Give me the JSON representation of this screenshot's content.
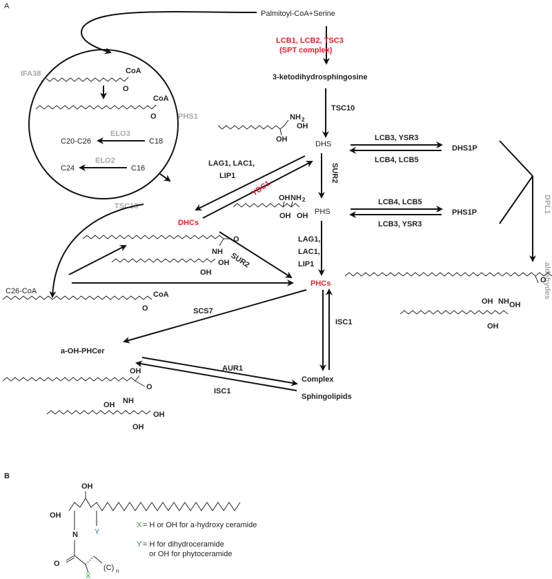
{
  "panels": {
    "a": "A",
    "b": "B"
  },
  "nodes": {
    "start": "Palmitoyl-CoA+Serine",
    "ketone": "3-ketodihydrosphingosine",
    "dhs": "DHS",
    "dhs1p": "DHS1P",
    "phs": "PHS",
    "phs1p": "PHS1P",
    "dhcs": "DHCs",
    "phcs": "PHCs",
    "c26": "C26-CoA",
    "aoh": "a-OH-PHCer",
    "complex1": "Complex",
    "complex2": "Sphingolipids",
    "c20": "C20-C26",
    "c18": "C18",
    "c24": "C24",
    "c16": "C16",
    "aldehydes": "aldehydes"
  },
  "enzymes": {
    "spt1": "LCB1, LCB2, TSC3",
    "spt2": "(SPT complex)",
    "tsc10": "TSC10",
    "lcb3ysr3_a": "LCB3, YSR3",
    "lcb4lcb5_a": "LCB4, LCB5",
    "lcb4lcb5_b": "LCB4, LCB5",
    "lcb3ysr3_b": "LCB3, YSR3",
    "sur2_a": "SUR2",
    "sur2_b": "SUR2",
    "lag_a1": "LAG1, LAC1,",
    "lag_a2": "LIP1",
    "ydc1": "YDC1",
    "lag_b1": "LAG1,",
    "lag_b2": "LAC1,",
    "lag_b3": "LIP1",
    "ifa38": "IFA38",
    "phs1": "PHS1",
    "elo3": "ELO3",
    "elo2": "ELO2",
    "tsc13": "TSC13",
    "scs7": "SCS7",
    "isc1_a": "ISC1",
    "aur1": "AUR1",
    "isc1_b": "ISC1",
    "dpl1": "DPL1"
  },
  "chem": {
    "coa1": "CoA",
    "coa2": "CoA",
    "coa3": "CoA",
    "nh2_a": "NH",
    "sub2": "2",
    "oh": "OH",
    "nh": "NH",
    "n": "N",
    "o": "O",
    "x": "X",
    "y": "Y",
    "cn": "(C)",
    "sub_n": "n"
  },
  "legend": {
    "x_key": "X",
    "x_text": "= H or OH for a-hydroxy ceramide",
    "y_key": "Y",
    "y_text1": "= H for dihydroceramide",
    "y_text2": "or OH for phytoceramide"
  },
  "colors": {
    "red": "#e8202a",
    "gray": "#a8a8a8",
    "green": "#3a9a3a",
    "teal": "#2a7a9a"
  }
}
